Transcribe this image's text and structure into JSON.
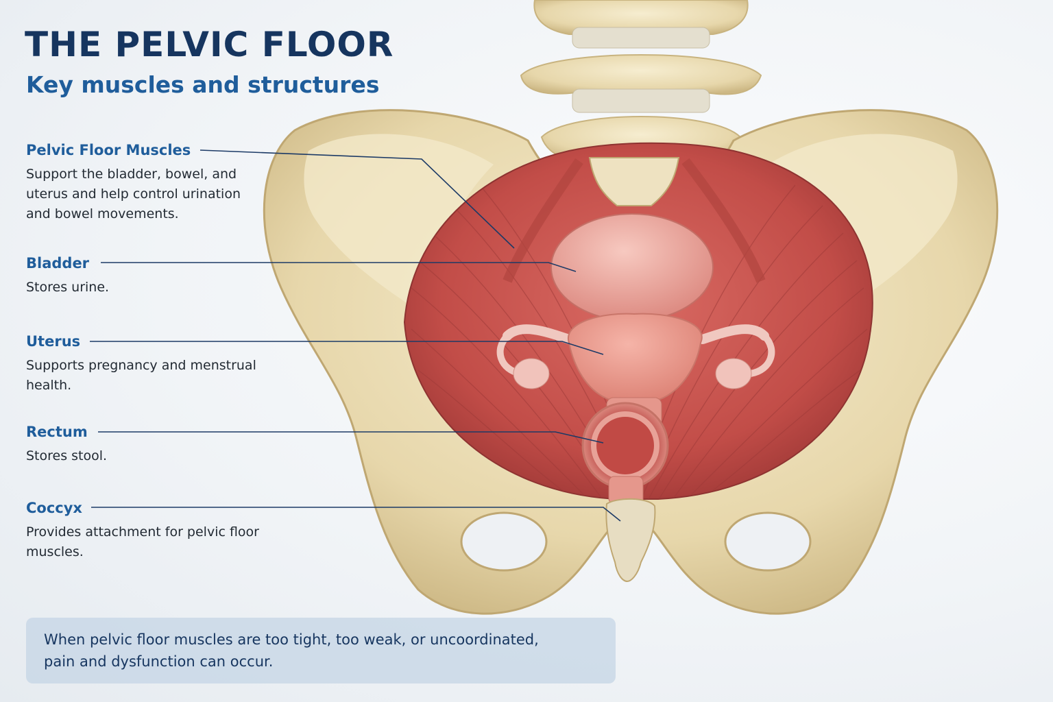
{
  "header": {
    "title": "THE PELVIC FLOOR",
    "subtitle": "Key muscles and structures"
  },
  "labels": [
    {
      "title": "Pelvic Floor Muscles",
      "description": "Support the bladder, bowel, and uterus and help control urination and bowel movements."
    },
    {
      "title": "Bladder",
      "description": "Stores urine."
    },
    {
      "title": "Uterus",
      "description": "Supports pregnancy and menstrual health."
    },
    {
      "title": "Rectum",
      "description": "Stores stool."
    },
    {
      "title": "Coccyx",
      "description": "Provides attachment for pelvic floor muscles."
    }
  ],
  "callout": {
    "text": "When pelvic floor muscles are too tight, too weak, or uncoordinated,\npain and dysfunction can occur."
  },
  "colors": {
    "title": "#16355f",
    "accent": "#1f5d9b",
    "bone": "#e9dcb6",
    "muscle": "#c8514d",
    "organ": "#e59a90",
    "leader_line": "#1c3a66"
  }
}
